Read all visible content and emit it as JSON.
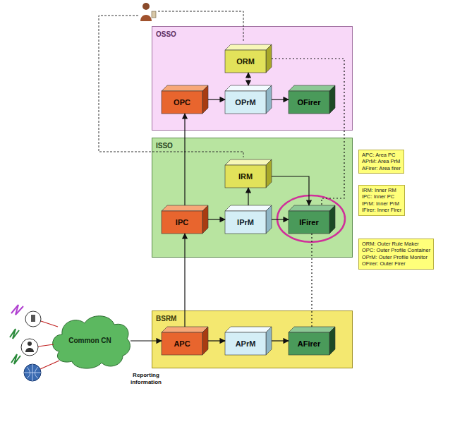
{
  "diagram": {
    "nodes": [
      {
        "text": [
          "OSSO"
        ]
      },
      {
        "text": [
          "ORM"
        ],
        "in": 0
      },
      {
        "text": [
          "OPC"
        ],
        "in": 0
      },
      {
        "text": [
          "OPrM"
        ],
        "in": 0
      },
      {
        "text": [
          "OFirer"
        ],
        "in": 0
      },
      {
        "text": [
          "ISSO"
        ]
      },
      {
        "text": [
          "IRM"
        ],
        "in": 5
      },
      {
        "text": [
          "IPC"
        ],
        "in": 5
      },
      {
        "text": [
          "IPrM"
        ],
        "in": 5
      },
      {
        "text": [
          "IFirer"
        ],
        "in": 5
      },
      {
        "text": [
          "APC: Area PC",
          "APrM: Area PrM",
          "AFirer: Area firer"
        ]
      },
      {
        "text": [
          "IRM: Inner RM",
          "IPC: Inner PC",
          "IPrM: Inner PrM",
          "IFirer: Inner Firer"
        ]
      },
      {
        "text": [
          "ORM: Outer Rule Maker",
          "OPC: Outer Profile Container",
          "OPrM: Outer Profile Monitor",
          "OFirer: Outer Firer"
        ]
      },
      {
        "text": [
          "BSRM"
        ]
      },
      {
        "text": [
          "APC"
        ],
        "in": 13
      },
      {
        "text": [
          "APrM"
        ],
        "in": 13
      },
      {
        "text": [
          "AFirer"
        ],
        "in": 13
      },
      {
        "text": [
          "Common CN"
        ]
      }
    ],
    "edges": [
      {
        "from": 17,
        "to": 14,
        "arrow": "to",
        "label": "Reporting information"
      },
      {
        "from": 14,
        "to": 15,
        "arrow": "to"
      },
      {
        "from": 15,
        "to": 16,
        "arrow": "to"
      },
      {
        "from": 14,
        "to": 7,
        "arrow": "to"
      },
      {
        "from": 7,
        "to": 8,
        "arrow": "to"
      },
      {
        "from": 8,
        "to": 9,
        "arrow": "to"
      },
      {
        "from": 8,
        "to": 6,
        "arrow": "to"
      },
      {
        "from": 6,
        "to": 9,
        "arrow": "to"
      },
      {
        "from": 7,
        "to": 2,
        "arrow": "to"
      },
      {
        "from": 2,
        "to": 3,
        "arrow": "to"
      },
      {
        "from": 3,
        "to": 4,
        "arrow": "to"
      },
      {
        "from": 3,
        "to": 1,
        "arrow": "both"
      },
      {
        "from": 1,
        "to": 9,
        "arrow": "none"
      },
      {
        "from": 9,
        "to": 16,
        "arrow": "none"
      }
    ]
  }
}
